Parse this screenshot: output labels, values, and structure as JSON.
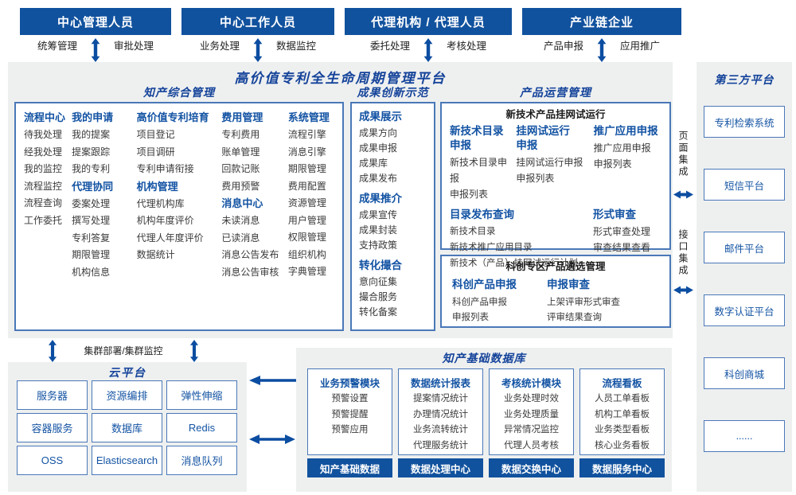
{
  "colors": {
    "navy": "#11529e",
    "accent_blue": "#1353a3",
    "title_blue": "#14439a",
    "border_blue": "#4a78b8",
    "panel_bg": "#eef0f0",
    "text_dark": "#3a3a3a",
    "arrow_blue": "#0b4da1"
  },
  "actors": [
    {
      "name": "中心管理人员",
      "left": "统筹管理",
      "right": "审批处理"
    },
    {
      "name": "中心工作人员",
      "left": "业务处理",
      "right": "数据监控"
    },
    {
      "name": "代理机构 / 代理人员",
      "left": "委托处理",
      "right": "考核处理"
    },
    {
      "name": "产业链企业",
      "left": "产品申报",
      "right": "应用推广"
    }
  ],
  "platform_title": "高价值专利全生命周期管理平台",
  "ip_management": {
    "title": "知产综合管理",
    "columns": [
      {
        "groups": [
          {
            "title": "流程中心",
            "items": [
              "待我处理",
              "经我处理",
              "我的监控",
              "流程监控",
              "流程查询",
              "工作委托"
            ]
          }
        ]
      },
      {
        "groups": [
          {
            "title": "我的申请",
            "items": [
              "我的提案",
              "提案跟踪",
              "我的专利"
            ]
          },
          {
            "title": "代理协同",
            "items": [
              "委案处理",
              "撰写处理",
              "专利答复",
              "期限管理",
              "机构信息"
            ]
          }
        ]
      },
      {
        "groups": [
          {
            "title": "高价值专利培育",
            "items": [
              "项目登记",
              "项目调研",
              "专利申请衔接"
            ]
          },
          {
            "title": "机构管理",
            "items": [
              "代理机构库",
              "机构年度评价",
              "代理人年度评价",
              "数据统计"
            ]
          }
        ]
      },
      {
        "groups": [
          {
            "title": "费用管理",
            "items": [
              "专利费用",
              "账单管理",
              "回款记账",
              "费用预警"
            ]
          },
          {
            "title": "消息中心",
            "items": [
              "未读消息",
              "已读消息",
              "消息公告发布",
              "消息公告审核"
            ]
          }
        ]
      },
      {
        "groups": [
          {
            "title": "系统管理",
            "items": [
              "流程引擎",
              "消息引擎",
              "期限管理",
              "费用配置",
              "资源管理",
              "用户管理",
              "权限管理",
              "组织机构",
              "字典管理"
            ]
          }
        ]
      }
    ]
  },
  "achievement": {
    "title": "成果创新示范",
    "groups": [
      {
        "title": "成果展示",
        "items": [
          "成果方向",
          "成果申报",
          "成果库",
          "成果发布"
        ]
      },
      {
        "title": "成果推介",
        "items": [
          "成果宣传",
          "成果封装",
          "支持政策"
        ]
      },
      {
        "title": "转化撮合",
        "items": [
          "意向征集",
          "撮合服务",
          "转化备案"
        ]
      }
    ]
  },
  "product_ops": {
    "title": "产品运营管理",
    "trial": {
      "title": "新技术产品挂网试运行",
      "groups": [
        {
          "title": "新技术目录\n申报",
          "items": [
            "新技术目录申报",
            "申报列表"
          ]
        },
        {
          "title": "挂网试运行\n申报",
          "items": [
            "挂网试运行申报",
            "申报列表"
          ]
        },
        {
          "title": "推广应用申报",
          "items": [
            "推广应用申报",
            "申报列表"
          ]
        }
      ],
      "groups2": [
        {
          "title": "目录发布查询",
          "items": [
            "新技术目录",
            "新技术推广应用目录",
            "新技术（产品）挂网试运行计划"
          ]
        },
        {
          "title": "形式审查",
          "items": [
            "形式审查处理",
            "审查结果查看"
          ]
        }
      ]
    },
    "selection": {
      "title": "科创专区产品遴选管理",
      "groups": [
        {
          "title": "科创产品申报",
          "items": [
            "科创产品申报",
            "申报列表"
          ]
        },
        {
          "title": "申报审查",
          "items": [
            "上架评审形式审查",
            "评审结果查询"
          ]
        }
      ]
    }
  },
  "third_party": {
    "title": "第三方平台",
    "items": [
      "专利检索系统",
      "短信平台",
      "邮件平台",
      "数字认证平台",
      "科创商城",
      "......"
    ],
    "page_integration": "页面集成",
    "api_integration": "接口集成"
  },
  "cluster_label": "集群部署/集群监控",
  "cloud": {
    "title": "云平台",
    "items": [
      "服务器",
      "资源编排",
      "弹性伸缩",
      "容器服务",
      "数据库",
      "Redis",
      "OSS",
      "Elasticsearch",
      "消息队列"
    ]
  },
  "data_base": {
    "title": "知产基础数据库",
    "columns": [
      {
        "title": "业务预警模块",
        "items": [
          "预警设置",
          "预警提醒",
          "预警应用"
        ],
        "footer": "知产基础数据"
      },
      {
        "title": "数据统计报表",
        "items": [
          "提案情况统计",
          "办理情况统计",
          "业务流转统计",
          "代理服务统计"
        ],
        "footer": "数据处理中心"
      },
      {
        "title": "考核统计模块",
        "items": [
          "业务处理时效",
          "业务处理质量",
          "异常情况监控",
          "代理人员考核"
        ],
        "footer": "数据交换中心"
      },
      {
        "title": "流程看板",
        "items": [
          "人员工单看板",
          "机构工单看板",
          "业务类型看板",
          "核心业务看板"
        ],
        "footer": "数据服务中心"
      }
    ]
  }
}
